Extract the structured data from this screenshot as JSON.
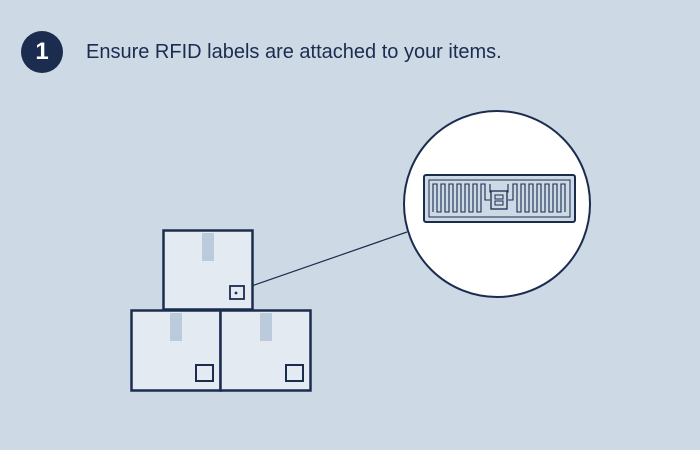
{
  "step": {
    "number": "1",
    "instruction": "Ensure RFID labels are attached to your items."
  },
  "illustration": {
    "subject": "stacked-boxes-with-rfid-tag",
    "zoom_subject": "rfid-inlay",
    "colors": {
      "background": "#cdd9e5",
      "outline": "#1b2c4e",
      "box_fill": "#e4eaf2",
      "tape": "#bccbdb",
      "zoom_fill": "#ffffff"
    }
  }
}
